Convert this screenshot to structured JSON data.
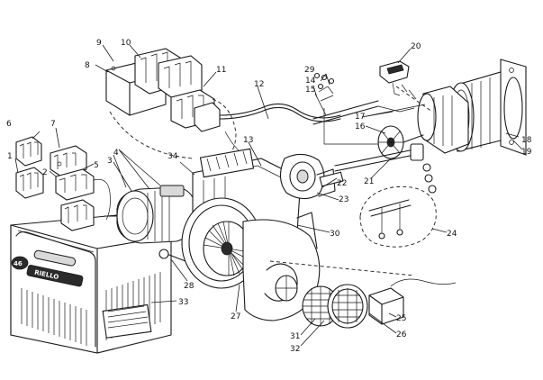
{
  "diagram": {
    "callouts": [
      {
        "n": "1"
      },
      {
        "n": "2"
      },
      {
        "n": "3"
      },
      {
        "n": "4"
      },
      {
        "n": "5"
      },
      {
        "n": "6"
      },
      {
        "n": "7"
      },
      {
        "n": "8"
      },
      {
        "n": "9"
      },
      {
        "n": "10"
      },
      {
        "n": "11"
      },
      {
        "n": "12"
      },
      {
        "n": "13"
      },
      {
        "n": "14"
      },
      {
        "n": "15"
      },
      {
        "n": "16"
      },
      {
        "n": "17"
      },
      {
        "n": "18"
      },
      {
        "n": "19"
      },
      {
        "n": "20"
      },
      {
        "n": "21"
      },
      {
        "n": "22"
      },
      {
        "n": "23"
      },
      {
        "n": "24"
      },
      {
        "n": "25"
      },
      {
        "n": "26"
      },
      {
        "n": "27"
      },
      {
        "n": "28"
      },
      {
        "n": "29"
      },
      {
        "n": "30"
      },
      {
        "n": "31"
      },
      {
        "n": "32"
      },
      {
        "n": "33"
      },
      {
        "n": "34"
      }
    ],
    "cover_badge": "46",
    "cover_brand": "RIELLO"
  },
  "colors": {
    "ink": "#1a1a1a",
    "paper": "#ffffff",
    "shade": "#d9d9d9"
  }
}
